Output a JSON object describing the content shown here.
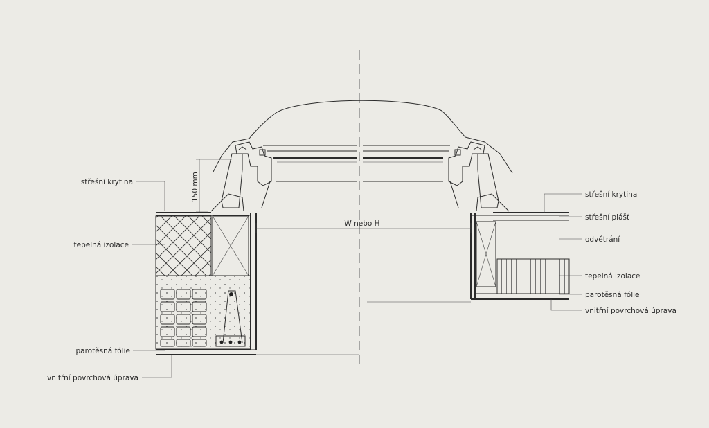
{
  "labels": {
    "left": {
      "roof_covering": "střešní krytina",
      "thermal_insulation": "tepelná izolace",
      "vapor_barrier": "parotěsná fólie",
      "interior_finish": "vnitřní povrchová úprava"
    },
    "right": {
      "roof_covering": "střešní krytina",
      "roof_deck": "střešní plášť",
      "ventilation": "odvětrání",
      "thermal_insulation": "tepelná izolace",
      "vapor_barrier": "parotěsná fólie",
      "interior_finish": "vnitřní povrchová úprava"
    }
  },
  "dimensions": {
    "upstand_height": "150 mm",
    "opening_width": "W nebo H"
  },
  "colors": {
    "background": "#ecebe6",
    "line": "#2b2b2b",
    "axis": "#888888"
  }
}
